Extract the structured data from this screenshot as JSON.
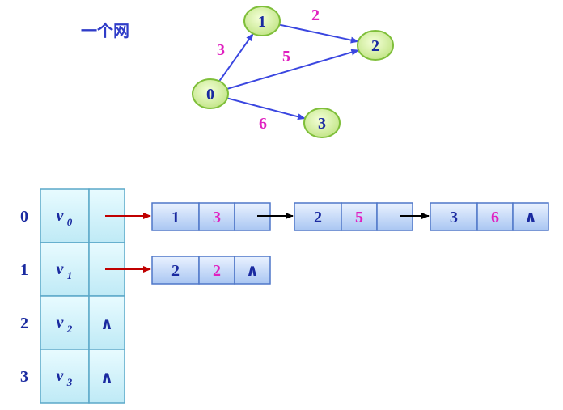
{
  "title": "一个网",
  "colors": {
    "vertex_fill": "#d6f0a0",
    "vertex_stroke": "#7fbf3a",
    "vertex_text": "#1a2aa0",
    "edge": "#3a46e0",
    "weight": "#e020c0",
    "cell_fill_top": "#eaf2ff",
    "cell_fill_bottom": "#a9c6f2",
    "cell_stroke": "#4f77c8",
    "head_fill_top": "#e8fbff",
    "head_fill_bottom": "#bfeaf6",
    "head_stroke": "#5aa8c8",
    "pointer_red": "#c00000",
    "pointer_black": "#000000",
    "index_text": "#1a2aa0"
  },
  "graph": {
    "vertices": [
      {
        "id": "0",
        "label": "0"
      },
      {
        "id": "1",
        "label": "1"
      },
      {
        "id": "2",
        "label": "2"
      },
      {
        "id": "3",
        "label": "3"
      }
    ],
    "edges": [
      {
        "from": "0",
        "to": "1",
        "weight": "3"
      },
      {
        "from": "1",
        "to": "2",
        "weight": "2"
      },
      {
        "from": "0",
        "to": "2",
        "weight": "5"
      },
      {
        "from": "0",
        "to": "3",
        "weight": "6"
      }
    ]
  },
  "adjacency": {
    "rows": [
      {
        "index": "0",
        "vname": "v",
        "vsub": "0",
        "head_null": "",
        "nodes": [
          {
            "adj": "1",
            "weight": "3",
            "next": ""
          },
          {
            "adj": "2",
            "weight": "5",
            "next": ""
          },
          {
            "adj": "3",
            "weight": "6",
            "next": "∧"
          }
        ]
      },
      {
        "index": "1",
        "vname": "v",
        "vsub": "1",
        "head_null": "",
        "nodes": [
          {
            "adj": "2",
            "weight": "2",
            "next": "∧"
          }
        ]
      },
      {
        "index": "2",
        "vname": "v",
        "vsub": "2",
        "head_null": "∧",
        "nodes": []
      },
      {
        "index": "3",
        "vname": "v",
        "vsub": "3",
        "head_null": "∧",
        "nodes": []
      }
    ]
  }
}
